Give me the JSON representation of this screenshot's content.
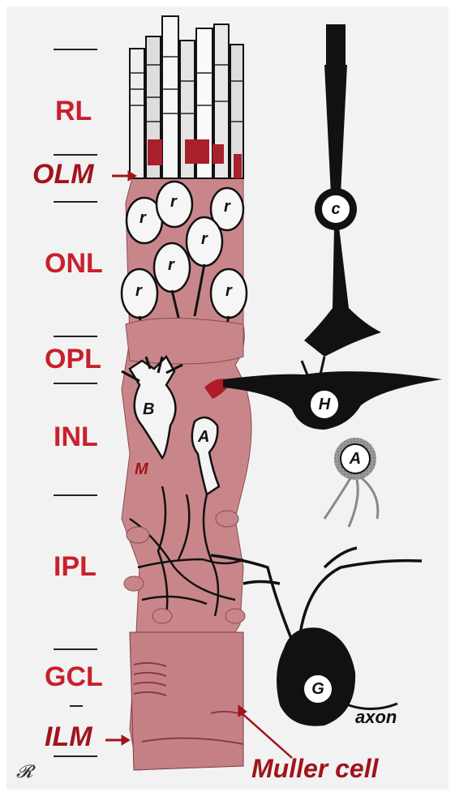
{
  "layers": {
    "rl": "RL",
    "olm": "OLM",
    "onl": "ONL",
    "opl": "OPL",
    "inl": "INL",
    "ipl": "IPL",
    "gcl": "GCL",
    "ilm": "ILM"
  },
  "cells": {
    "rod": "r",
    "cone": "c",
    "horizontal": "H",
    "bipolar": "B",
    "amacrine": "A",
    "amacrine_right": "A",
    "muller_m": "M",
    "ganglion": "G"
  },
  "annotations": {
    "axon": "axon",
    "muller_cell": "Muller cell"
  },
  "colors": {
    "layer_label": "#c8202c",
    "muller_fill": "#c9868a",
    "cell_ink": "#111111",
    "background": "#ffffff"
  }
}
